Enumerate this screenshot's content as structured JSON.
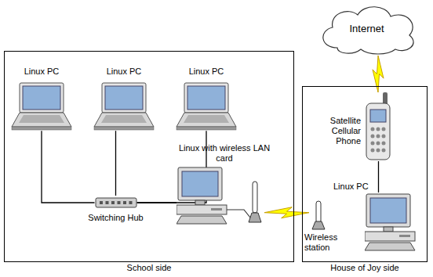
{
  "diagram": {
    "nodes": [
      {
        "text": [
          "Internet"
        ]
      },
      {
        "text": [
          "School side"
        ]
      },
      {
        "text": [
          "Linux PC"
        ],
        "in": 1
      },
      {
        "text": [
          "Linux PC"
        ],
        "in": 1
      },
      {
        "text": [
          "Linux PC"
        ],
        "in": 1
      },
      {
        "text": [
          "Switching Hub"
        ],
        "in": 1
      },
      {
        "text": [
          "Linux with wireless LAN card"
        ],
        "in": 1
      },
      {
        "text": [
          "House of Joy side"
        ]
      },
      {
        "text": [
          "Satellite Cellular Phone"
        ],
        "in": 7
      },
      {
        "text": [
          "Wireless station"
        ],
        "in": 7
      },
      {
        "text": [
          "Linux PC"
        ],
        "in": 7
      }
    ],
    "edges": [
      {
        "from": 2,
        "to": 5,
        "arrow": "none"
      },
      {
        "from": 3,
        "to": 5,
        "arrow": "none"
      },
      {
        "from": 4,
        "to": 5,
        "arrow": "none"
      },
      {
        "from": 5,
        "to": 6,
        "arrow": "none"
      },
      {
        "from": 6,
        "to": 9,
        "arrow": "none"
      },
      {
        "from": 0,
        "to": 8,
        "arrow": "none"
      },
      {
        "from": 8,
        "to": 10,
        "arrow": "none"
      }
    ]
  }
}
